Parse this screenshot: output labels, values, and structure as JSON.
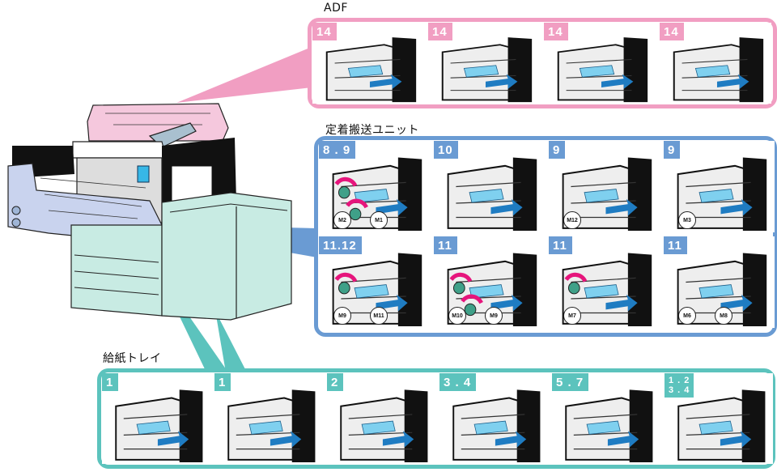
{
  "colors": {
    "adf": "#f19ec2",
    "fuser": "#6a9bd3",
    "tray": "#5cc3bd",
    "paper": "#7fd0ef",
    "arrow": "#1f7cc2",
    "rotate": "#e6157c",
    "knob": "#3fa088"
  },
  "machine": {
    "label": "printer-illustration"
  },
  "groups": [
    {
      "id": "adf",
      "title": "ADF",
      "frames": [
        {
          "step": "14",
          "action": "open-cover-up",
          "markers": []
        },
        {
          "step": "14",
          "action": "remove-paper-up",
          "markers": []
        },
        {
          "step": "14",
          "action": "lift-tray",
          "markers": []
        },
        {
          "step": "14",
          "action": "open-feeder-left",
          "markers": []
        }
      ]
    },
    {
      "id": "fuser",
      "title": "定着搬送ユニット",
      "frames": [
        {
          "step": "8 . 9",
          "action": "turn-knobs",
          "markers": [
            "M2",
            "M1"
          ]
        },
        {
          "step": "10",
          "action": "pull-paper",
          "markers": []
        },
        {
          "step": "9",
          "action": "pull-paper",
          "markers": [
            "M12"
          ]
        },
        {
          "step": "9",
          "action": "pull-paper",
          "markers": [
            "M3"
          ]
        },
        {
          "step": "11.12",
          "action": "turn-knob",
          "markers": [
            "M9",
            "M11"
          ]
        },
        {
          "step": "11",
          "action": "turn-knobs",
          "markers": [
            "M10",
            "M9"
          ]
        },
        {
          "step": "11",
          "action": "turn-knob-pull",
          "markers": [
            "M7"
          ]
        },
        {
          "step": "11",
          "action": "lift-guides",
          "markers": [
            "M6",
            "M8"
          ]
        }
      ]
    },
    {
      "id": "tray",
      "title": "給紙トレイ",
      "frames": [
        {
          "step": "1",
          "action": "pull-tray",
          "markers": []
        },
        {
          "step": "1",
          "action": "pull-tray",
          "markers": []
        },
        {
          "step": "2",
          "action": "pull-tray",
          "markers": []
        },
        {
          "step": "3 . 4",
          "action": "pull-tray",
          "markers": []
        },
        {
          "step": "5 . 7",
          "action": "open-side-door",
          "markers": []
        },
        {
          "step": "1 . 2\n3 . 4",
          "step_lines": [
            "1 . 2",
            "3 . 4"
          ],
          "action": "open-side-door",
          "markers": []
        }
      ]
    }
  ]
}
